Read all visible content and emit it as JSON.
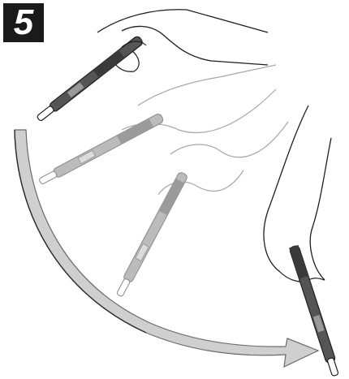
{
  "step": {
    "number": "5"
  },
  "illustration": {
    "positions": [
      "start-pen",
      "middle-pen-1",
      "middle-pen-2",
      "end-pen"
    ],
    "colors": {
      "pen_dark": "#4a4a4a",
      "pen_light": "#bdbdbd",
      "outline": "#1e1e1e",
      "faded_outline": "#9a9a9a",
      "arrow_fill": "#c9c9c9",
      "arrow_outline": "#6a6a6a"
    }
  }
}
